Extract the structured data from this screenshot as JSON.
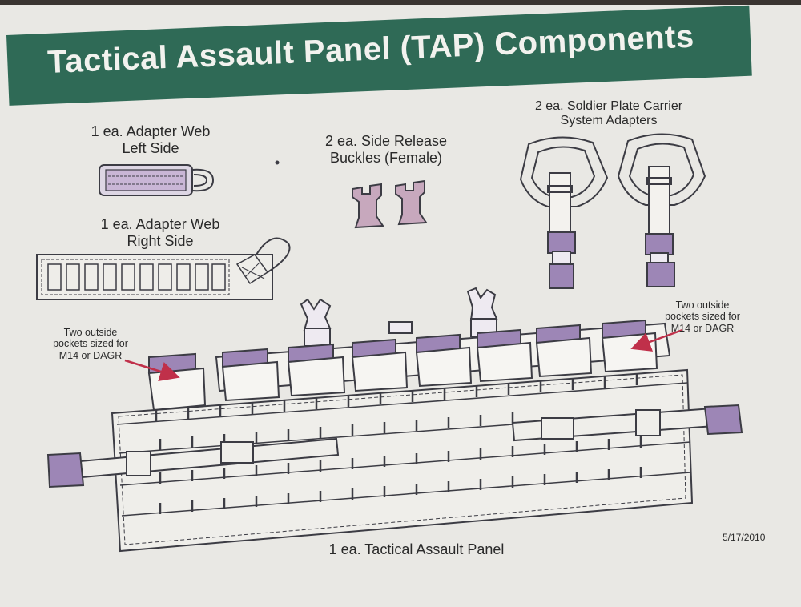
{
  "title": "Tactical Assault Panel (TAP) Components",
  "labels": {
    "adapter_left": "1 ea. Adapter Web\nLeft Side",
    "adapter_right": "1 ea. Adapter Web\nRight Side",
    "buckles": "2 ea. Side Release\nBuckles (Female)",
    "plate_carrier": "2 ea. Soldier Plate Carrier\nSystem Adapters",
    "pockets_left": "Two outside\npockets sized for\nM14 or DAGR",
    "pockets_right": "Two outside\npockets sized for\nM14 or DAGR",
    "panel": "1 ea. Tactical Assault Panel"
  },
  "date": "5/17/2010",
  "colors": {
    "banner": "#2f6a56",
    "paper": "#e9e8e4",
    "line": "#3c3c44",
    "accent_purple": "#8e78a8",
    "arrow": "#c0304a"
  }
}
